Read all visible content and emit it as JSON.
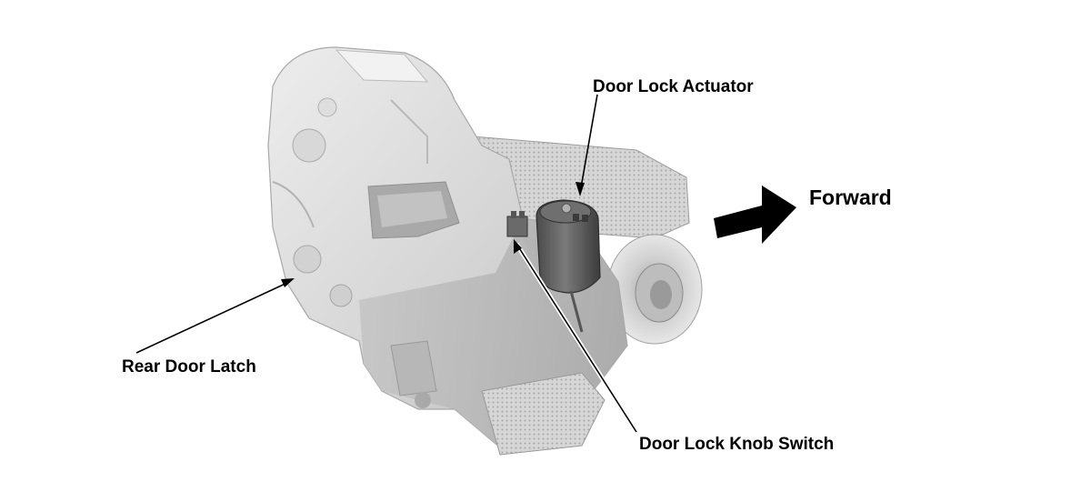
{
  "labels": {
    "actuator": "Door Lock Actuator",
    "forward": "Forward",
    "rear_latch": "Rear Door Latch",
    "knob_switch": "Door Lock Knob Switch"
  },
  "colors": {
    "body_light": "#e4e4e4",
    "body_mid": "#c9c9c9",
    "body_dark": "#9a9a9a",
    "actuator": "#5a5a5a",
    "arrow": "#000000"
  },
  "icons": {
    "direction": "forward-arrow-icon"
  }
}
